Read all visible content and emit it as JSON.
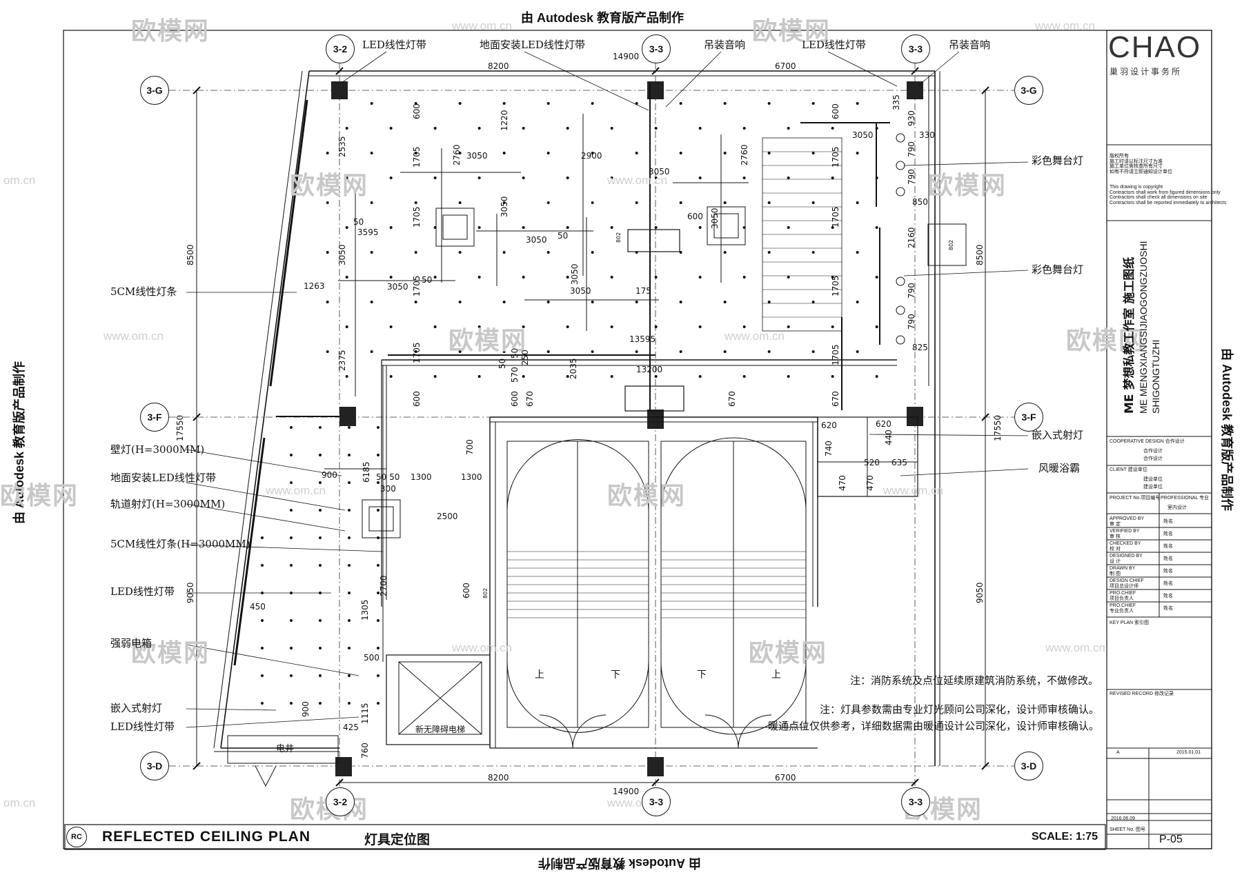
{
  "header": {
    "edu_top": "由 Autodesk 教育版产品制作",
    "edu_bottom": "由 Autodesk 教育版产品制作",
    "edu_left": "由 Autodesk 教育版产品制作",
    "edu_right": "由 Autodesk 教育版产品制作"
  },
  "watermark": {
    "brand": "欧模网",
    "url": "www.om.cn",
    "url_short": "om.cn"
  },
  "gridlines": {
    "col_left": "3-2",
    "col_mid": "3-3",
    "col_right": "3-3",
    "row_g": "3-G",
    "row_f": "3-F",
    "row_d": "3-D"
  },
  "callouts": {
    "led_strip_top": "LED线性灯带",
    "floor_led_top": "地面安装LED线性灯带",
    "hanging_speaker_1": "吊装音响",
    "led_strip_top2": "LED线性灯带",
    "hanging_speaker_2": "吊装音响",
    "stage_light_1": "彩色舞台灯",
    "stage_light_2": "彩色舞台灯",
    "recessed_spot_right": "嵌入式射灯",
    "bath_heater": "风暖浴霸",
    "linear_strip_5cm": "5CM线性灯条",
    "wall_lamp": "壁灯(H=3000MM)",
    "floor_led_left": "地面安装LED线性灯带",
    "track_spot": "轨道射灯(H=3000MM)",
    "linear_strip_5cm_h": "5CM线性灯条(H=3000MM)",
    "led_strip_left": "LED线性灯带",
    "weak_box": "强弱电箱",
    "recessed_spot_left": "嵌入式射灯",
    "led_strip_left2": "LED线性灯带",
    "shaft": "电井",
    "elevator": "新无障碍电梯",
    "stair_up_1": "上",
    "stair_down_1": "下",
    "stair_down_2": "下",
    "stair_up_2": "上"
  },
  "dims": {
    "top_8200": "8200",
    "top_14900": "14900",
    "top_6700": "6700",
    "bot_8200": "8200",
    "bot_14900": "14900",
    "bot_6700": "6700",
    "left_8500": "8500",
    "left_17550": "17550",
    "left_9050": "9050",
    "right_8500": "8500",
    "right_17550": "17550",
    "right_9050": "9050",
    "d2535": "2535",
    "d3050a": "3050",
    "d1263": "1263",
    "d2375": "2375",
    "d1705a": "1705",
    "d2760a": "2760",
    "d3050b": "3050",
    "d2900": "2900",
    "d1220": "1220",
    "d600a": "600",
    "d3050c": "3050",
    "d3595": "3595",
    "d50a": "50",
    "d1705b": "1705",
    "d3050d": "3050",
    "d3050e": "3050",
    "d50b": "50",
    "d50c": "50",
    "d3050f": "3050",
    "d175": "175",
    "d3050g": "3050",
    "d2760b": "2760",
    "d3050h": "3050",
    "d600b": "600",
    "d3050i": "3050",
    "d600c": "600",
    "d1705c": "1705",
    "d3050j": "3050",
    "d1705d": "1705",
    "d1705e": "1705",
    "d1705f": "1705",
    "d1705g": "1705",
    "d335": "335",
    "d930": "930",
    "d330": "330",
    "d790a": "790",
    "d790b": "790",
    "d850": "850",
    "d2160": "2160",
    "d790c": "790",
    "d790d": "790",
    "d825": "825",
    "d13595": "13595",
    "d13200": "13200",
    "d2035": "2035",
    "d600d": "600",
    "d570": "570",
    "d50d": "50",
    "d50e": "50",
    "d250": "250",
    "d670a": "670",
    "d670b": "670",
    "d670c": "670",
    "d600e": "600",
    "d1705h": "1705",
    "d620a": "620",
    "d620b": "620",
    "d740": "740",
    "d440": "440",
    "d520": "520",
    "d635": "635",
    "d470a": "470",
    "d470b": "470",
    "d900a": "900",
    "d6185": "6185",
    "d5050": "50 50",
    "d300": "300",
    "d1300a": "1300",
    "d1300b": "1300",
    "d2500": "2500",
    "d700": "700",
    "d2700": "2700",
    "d600f": "600",
    "d1305": "1305",
    "d450": "450",
    "d500": "500",
    "d900b": "900",
    "d1115": "1115",
    "d425": "425",
    "d760": "760",
    "r802a": "802",
    "r802b": "802",
    "r802c": "802"
  },
  "notes": {
    "n1": "注：消防系统及点位延续原建筑消防系统，不做修改。",
    "n2": "注：灯具参数需由专业灯光顾问公司深化，设计师审核确认。",
    "n3": "暖通点位仅供参考，详细数据需由暖通设计公司深化，设计师审核确认。"
  },
  "title_block": {
    "rc": "RC",
    "title_en": "REFLECTED CEILING PLAN",
    "title_cn": "灯具定位图",
    "scale": "SCALE: 1:75",
    "logo": "CHAO",
    "firm": "巢羽设计事务所",
    "copyright_cn": [
      "版权所有",
      "施工时请以标注尺寸为准",
      "施工单位需核查所有尺寸",
      "如有不符请立即通知设计单位"
    ],
    "copyright_en": [
      "This drawing is copyright",
      "Contractors shall work from figured dimensions only",
      "Contractors shall check all dimensions on site",
      "Contractors shall be reported immediately to architects"
    ],
    "project_title_1": "ME 梦想私教工作室 施工图纸",
    "project_title_2": "ME MENGXIANGSIJIAOGONGZUOSHI",
    "project_title_3": "SHIGONGTUZHI",
    "coop": "COOPERATIVE DESIGN 合作设计",
    "coop_1": "合作设计",
    "coop_2": "合作设计",
    "client": "CLIENT 建设单位",
    "client_1": "建设单位",
    "client_2": "建设单位",
    "project_no": "PROJECT No.项目编号",
    "professional": "PROFESSIONAL 专业",
    "professional_v": "室内设计",
    "roles": [
      {
        "en": "APPROVED BY",
        "cn": "审 定",
        "v": "姓名"
      },
      {
        "en": "VERIFIED BY",
        "cn": "审 核",
        "v": "姓名"
      },
      {
        "en": "CHECKED BY",
        "cn": "校 对",
        "v": "姓名"
      },
      {
        "en": "DESIGNED BY",
        "cn": "设 计",
        "v": "姓名"
      },
      {
        "en": "DRAWN BY",
        "cn": "制 图",
        "v": "姓名"
      },
      {
        "en": "DESIGN CHIEF",
        "cn": "项目总设计师",
        "v": "姓名"
      },
      {
        "en": "PRO.CHIEF",
        "cn": "项目负责人",
        "v": "姓名"
      },
      {
        "en": "PRO.CHIEF",
        "cn": "专业负责人",
        "v": "姓名"
      }
    ],
    "key_plan": "KEY PLAN 索引图",
    "revised": "REVISED RECORD 修改记录",
    "rev_a": "A",
    "rev_date": "2015.01.01",
    "date": "2016.06.09",
    "sheet_no_label": "SHEET No. 图号",
    "sheet_no": "P-05"
  }
}
